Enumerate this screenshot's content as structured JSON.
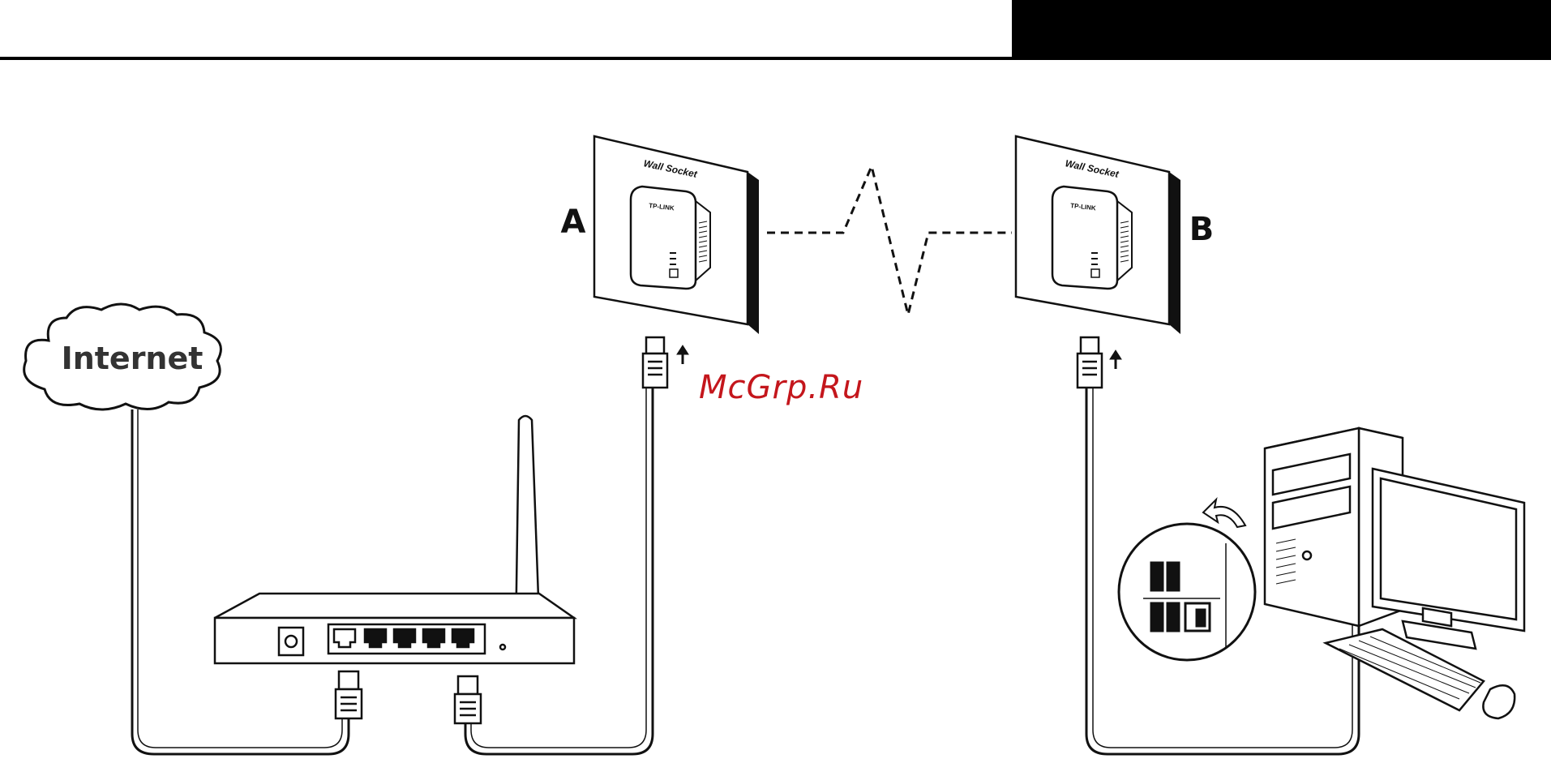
{
  "labels": {
    "internet": "Internet",
    "adapter_a": "A",
    "adapter_b": "B",
    "wall_socket_a": "Wall Socket",
    "wall_socket_b": "Wall Socket",
    "brand_a": "TP-LINK",
    "brand_b": "TP-LINK",
    "watermark": "McGrp.Ru"
  },
  "colors": {
    "ink": "#111111",
    "header_bar": "#000000",
    "watermark": "#c4161c"
  }
}
